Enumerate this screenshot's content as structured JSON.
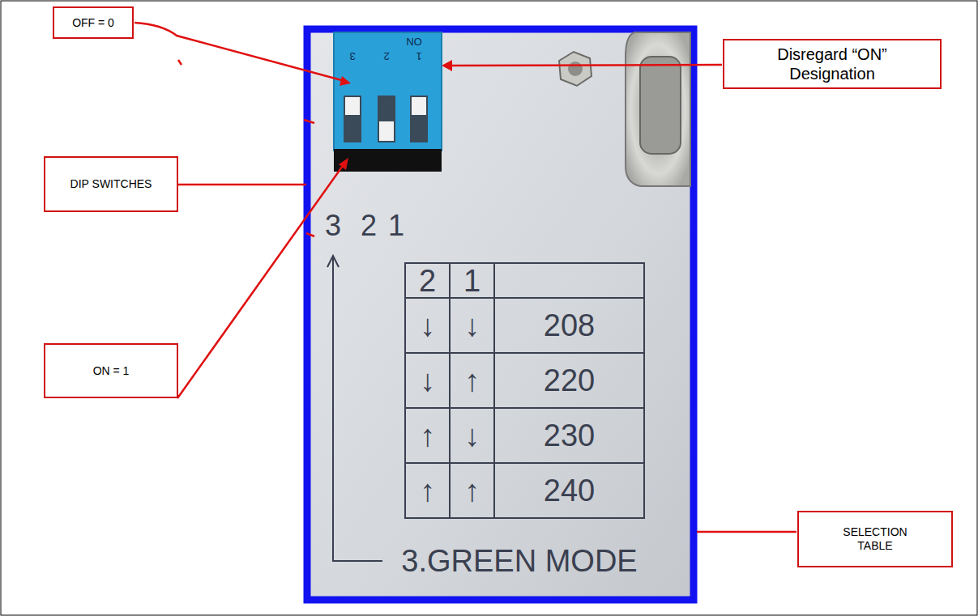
{
  "diagram": {
    "nodes": [
      {
        "text": [
          "OFF = 0"
        ]
      },
      {
        "text": [
          "Disregard “ON” Designation"
        ]
      },
      {
        "text": [
          "DIP SWITCHES"
        ]
      },
      {
        "text": [
          "ON = 1"
        ]
      },
      {
        "text": [
          "SELECTION TABLE"
        ]
      }
    ],
    "labels": [
      "ON",
      "1",
      "2",
      "3",
      "3",
      "2",
      "1",
      "2",
      "1",
      "↓",
      "↓",
      "208",
      "↓",
      "↑",
      "220",
      "↑",
      "↓",
      "230",
      "↑",
      "↑",
      "240",
      "3.GREEN MODE"
    ]
  }
}
